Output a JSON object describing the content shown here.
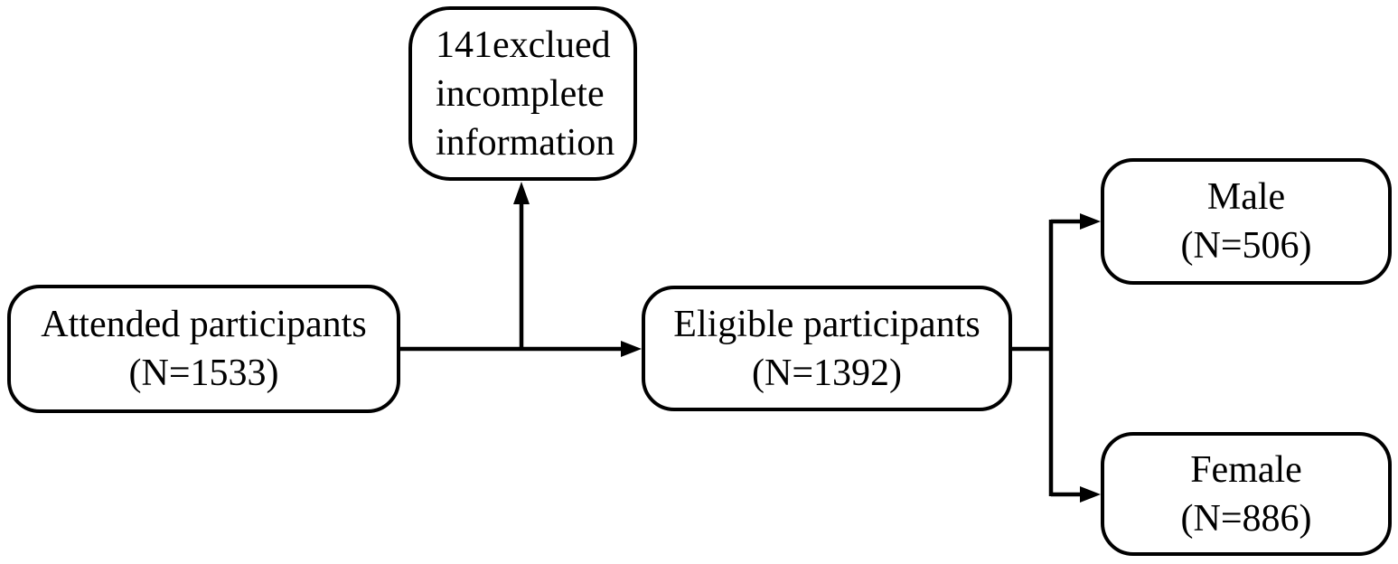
{
  "colors": {
    "background": "#ffffff",
    "line": "#000000",
    "text": "#000000",
    "node_fill": "#ffffff"
  },
  "diagram": {
    "type": "flowchart",
    "nodes": {
      "attended": {
        "title": "Attended participants",
        "count": "(N=1533)"
      },
      "excluded": {
        "line1": "141exclued",
        "line2": "incomplete",
        "line3": "information"
      },
      "eligible": {
        "title": "Eligible participants",
        "count": "(N=1392)"
      },
      "male": {
        "title": "Male",
        "count": "(N=506)"
      },
      "female": {
        "title": "Female",
        "count": "(N=886)"
      }
    },
    "edges": [
      {
        "from": "attended",
        "to": "eligible",
        "style": "arrow"
      },
      {
        "from": "attended-eligible-connector",
        "to": "excluded",
        "style": "arrow"
      },
      {
        "from": "eligible",
        "to": "male",
        "style": "arrow"
      },
      {
        "from": "eligible",
        "to": "female",
        "style": "arrow"
      }
    ]
  }
}
